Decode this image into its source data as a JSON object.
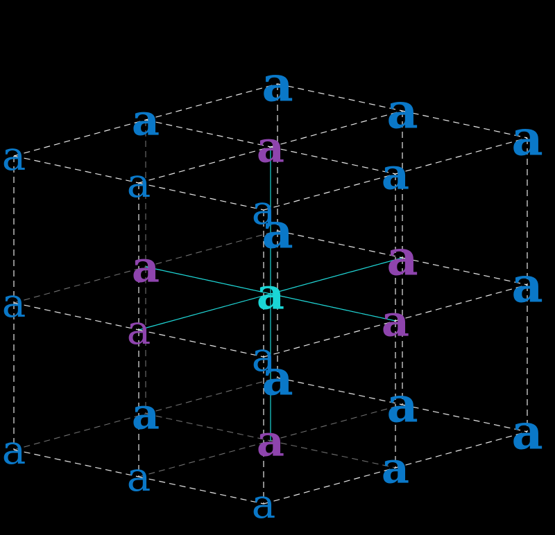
{
  "glyph": "a",
  "colors": {
    "background": "#000000",
    "corner": "#0a78c8",
    "face_center": "#8e44ad",
    "center": "#1ad6d6",
    "front_edge": "#e8e8e8",
    "back_edge": "#707070",
    "axis": "#1ad6d6"
  },
  "lattice": {
    "size": [
      3,
      3,
      3
    ],
    "weights": [
      "normal",
      "600",
      "bold"
    ]
  }
}
